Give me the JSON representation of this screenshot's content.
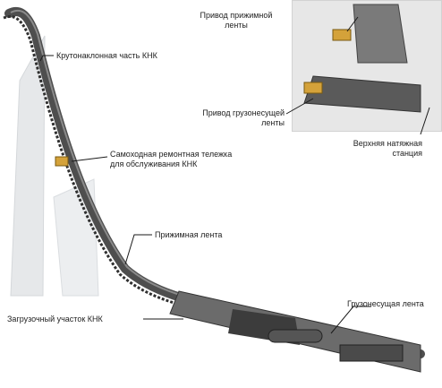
{
  "labels": {
    "steep_section": "Крутонаклонная часть КНК",
    "repair_cart_line1": "Самоходная ремонтная тележка",
    "repair_cart_line2": "для обслуживания КНК",
    "press_belt": "Прижимная лента",
    "loading_section": "Загрузочный участок КНК",
    "carrying_belt": "Грузонесущая лента",
    "press_drive_line1": "Привод прижимной",
    "press_drive_line2": "ленты",
    "carry_drive_line1": "Привод грузонесущей",
    "carry_drive_line2": "ленты",
    "tension_station_line1": "Верхняя натяжная",
    "tension_station_line2": "станция"
  },
  "colors": {
    "belt": "#5a5a5a",
    "frame": "#3a3a3a",
    "leader": "#1a1a1a",
    "drive_motor": "#d4a23a",
    "inset_bg": "#e7e7e7"
  },
  "icons": [
    "motor-icon",
    "roller-icon"
  ]
}
